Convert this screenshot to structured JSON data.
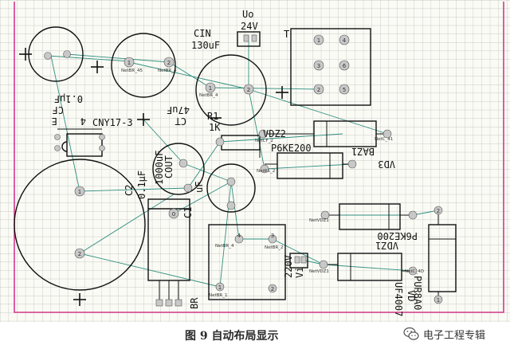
{
  "caption": "图 9  自动布局显示",
  "brand": {
    "text": "电子工程专辑",
    "icon": "wechat-icon"
  },
  "colors": {
    "grid": "#b9b9b9",
    "border": "#d23a8c",
    "ink": "#111111",
    "net": "#2f8f7f",
    "pad": "#c8c8c8"
  },
  "labels": {
    "uo": "Uo",
    "v24": "24V",
    "cin": "CIN",
    "cin_val": "130uF",
    "t": "T",
    "cf": "CF",
    "cf_val": "0.1μF",
    "ct": "CT",
    "ct_val": "47uF",
    "r1": "R1",
    "r1_val": "1K",
    "cny": "CNY17-3",
    "cny_left": "4    E",
    "vdz2": "VDZ2",
    "p6ke_top": "P6KE200",
    "baz1": "BAZ1",
    "vd3": "VD3",
    "c2": "C2",
    "c2_val": "0.1μF",
    "cout": "COUT",
    "cout_val": "1000uF",
    "c1": "C1",
    "uf": "uF",
    "p6ke_bot": "P6KE200",
    "vdz1": "VDZ1",
    "v220": "220V",
    "vi": "Vi",
    "br": "BR",
    "vd": "VD",
    "vd_part": "UF4007",
    "pur": "PUR8A0",
    "net_45": "NetBR_45",
    "net_br4a": "NetBR_4",
    "net_br4b": "NetBR_4",
    "net_br4c": "NetBR_4",
    "net_c41": "NetC_41",
    "net_cf": "NetCF_2",
    "net_r1": "NetR1_2",
    "net_vdz1a": "NetVDZ1",
    "net_vdz1b": "NetVDZ1",
    "net_br1": "NetBR_1",
    "net_br2": "NetBR_2",
    "net_vd4": "NetC_4D"
  },
  "pins": {
    "t": [
      "1",
      "4",
      "3",
      "6",
      "2",
      "5"
    ],
    "br": [
      "1",
      "2",
      "3",
      "4"
    ],
    "misc": [
      "1",
      "2",
      "1",
      "2",
      "1",
      "2",
      "0",
      "1",
      "2"
    ]
  }
}
